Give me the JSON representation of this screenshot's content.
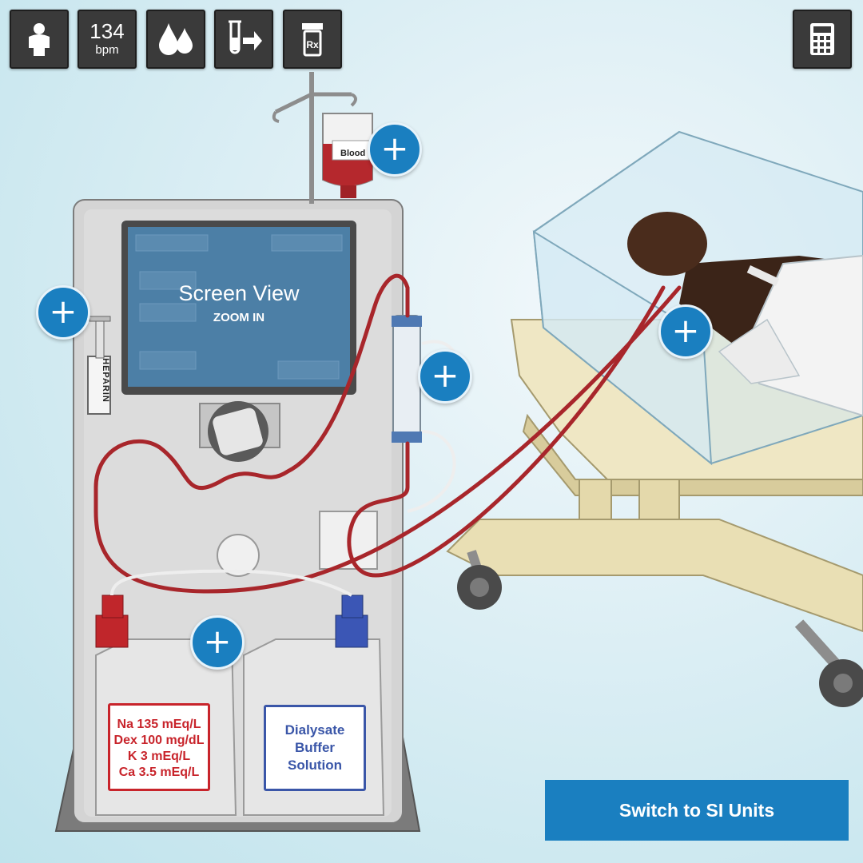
{
  "toolbar": {
    "patient_icon": "person-icon",
    "heart_rate": {
      "value": "134",
      "unit": "bpm"
    },
    "fluids_icon": "droplets-icon",
    "labs_icon": "test-tube-arrow-icon",
    "prescription_icon": "rx-bottle-icon",
    "calculator_icon": "calculator-icon"
  },
  "iv_bag": {
    "label": "Blood"
  },
  "syringe": {
    "label": "HEPARIN"
  },
  "screen": {
    "title": "Screen View",
    "subtitle": "ZOOM IN"
  },
  "jug_dialysate": {
    "lines": [
      "Na 135 mEq/L",
      "Dex 100 mg/dL",
      "K 3 mEq/L",
      "Ca 3.5 mEq/L"
    ]
  },
  "jug_buffer": {
    "lines": [
      "Dialysate",
      "Buffer",
      "Solution"
    ]
  },
  "switch_units_button": {
    "label": "Switch to SI Units"
  },
  "colors": {
    "accent_blue": "#1a7fc0",
    "toolbar_dark": "#3a3a3a",
    "dialysate_red": "#c8242b",
    "buffer_blue": "#3a56a8",
    "blood_tubing": "#a8262b"
  }
}
